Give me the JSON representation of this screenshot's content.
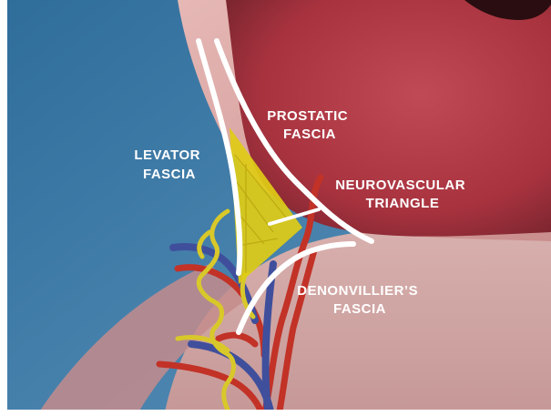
{
  "labels": {
    "levator": [
      "LEVATOR",
      "FASCIA"
    ],
    "prostatic": [
      "PROSTATIC",
      "FASCIA"
    ],
    "neurovascular": [
      "NEUROVASCULAR",
      "TRIANGLE"
    ],
    "denonvillier": [
      "DENONVILLIER’S",
      "FASCIA"
    ]
  },
  "colors": {
    "background": "#3f79a3",
    "prostate": "#b03b48",
    "rectum": "#d4a3a1",
    "triangle": "#e0cc16",
    "fascia_lines": "#ffffff",
    "artery": "#c23227",
    "vein": "#3f4f9c",
    "nerve": "#d8c82a"
  }
}
